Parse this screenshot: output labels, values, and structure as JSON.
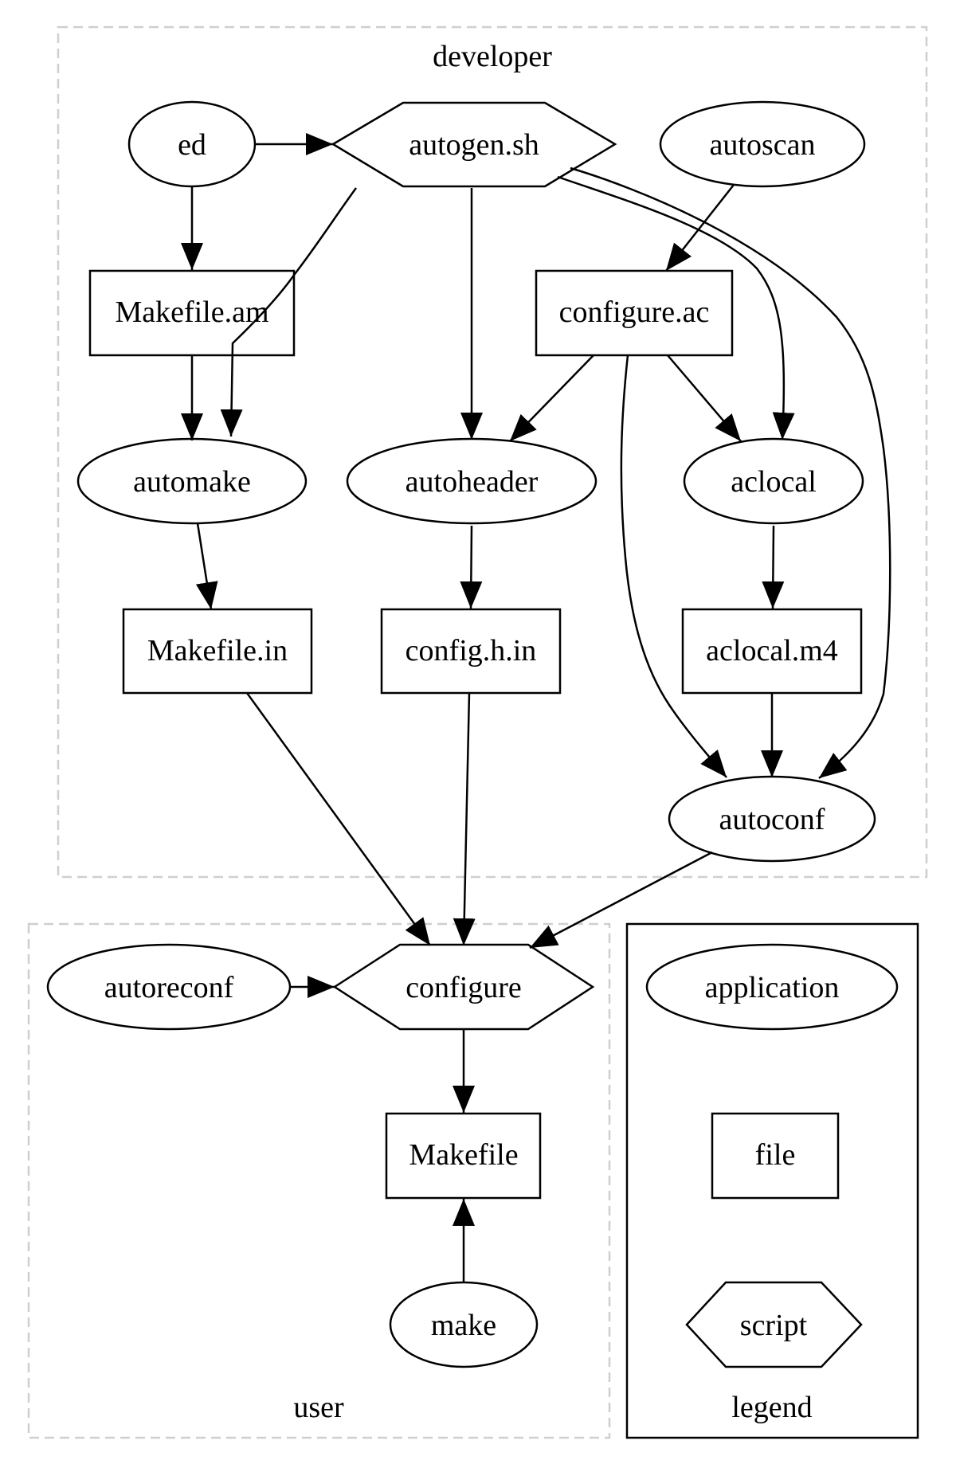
{
  "clusters": {
    "developer": {
      "label": "developer"
    },
    "user": {
      "label": "user"
    },
    "legend": {
      "label": "legend"
    }
  },
  "nodes": {
    "ed": {
      "label": "ed",
      "kind": "application"
    },
    "autogen": {
      "label": "autogen.sh",
      "kind": "script"
    },
    "autoscan": {
      "label": "autoscan",
      "kind": "application"
    },
    "makefile_am": {
      "label": "Makefile.am",
      "kind": "file"
    },
    "configure_ac": {
      "label": "configure.ac",
      "kind": "file"
    },
    "automake": {
      "label": "automake",
      "kind": "application"
    },
    "autoheader": {
      "label": "autoheader",
      "kind": "application"
    },
    "aclocal": {
      "label": "aclocal",
      "kind": "application"
    },
    "makefile_in": {
      "label": "Makefile.in",
      "kind": "file"
    },
    "config_h_in": {
      "label": "config.h.in",
      "kind": "file"
    },
    "aclocal_m4": {
      "label": "aclocal.m4",
      "kind": "file"
    },
    "autoconf": {
      "label": "autoconf",
      "kind": "application"
    },
    "autoreconf": {
      "label": "autoreconf",
      "kind": "application"
    },
    "configure": {
      "label": "configure",
      "kind": "script"
    },
    "makefile": {
      "label": "Makefile",
      "kind": "file"
    },
    "make": {
      "label": "make",
      "kind": "application"
    }
  },
  "legend_items": {
    "application": {
      "label": "application",
      "kind": "application"
    },
    "file": {
      "label": "file",
      "kind": "file"
    },
    "script": {
      "label": "script",
      "kind": "script"
    }
  },
  "edges": [
    {
      "from": "ed",
      "to": "autogen"
    },
    {
      "from": "ed",
      "to": "makefile_am"
    },
    {
      "from": "autogen",
      "to": "automake"
    },
    {
      "from": "autogen",
      "to": "autoheader"
    },
    {
      "from": "autogen",
      "to": "aclocal"
    },
    {
      "from": "autogen",
      "to": "autoconf"
    },
    {
      "from": "autoscan",
      "to": "configure_ac"
    },
    {
      "from": "makefile_am",
      "to": "automake"
    },
    {
      "from": "configure_ac",
      "to": "autoheader"
    },
    {
      "from": "configure_ac",
      "to": "aclocal"
    },
    {
      "from": "configure_ac",
      "to": "autoconf"
    },
    {
      "from": "automake",
      "to": "makefile_in"
    },
    {
      "from": "autoheader",
      "to": "config_h_in"
    },
    {
      "from": "aclocal",
      "to": "aclocal_m4"
    },
    {
      "from": "aclocal_m4",
      "to": "autoconf"
    },
    {
      "from": "makefile_in",
      "to": "configure"
    },
    {
      "from": "config_h_in",
      "to": "configure"
    },
    {
      "from": "autoconf",
      "to": "configure"
    },
    {
      "from": "autoreconf",
      "to": "configure"
    },
    {
      "from": "configure",
      "to": "makefile"
    },
    {
      "from": "make",
      "to": "makefile"
    }
  ]
}
